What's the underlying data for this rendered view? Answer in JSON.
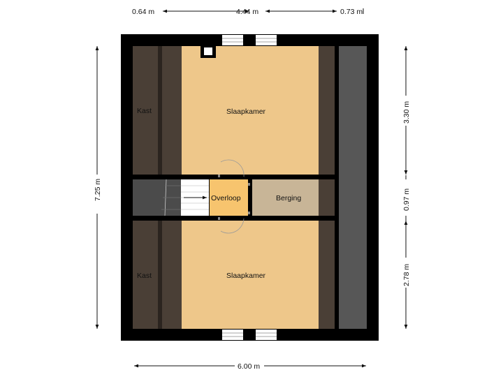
{
  "dimensions": {
    "top": [
      "0.64 m",
      "4.44 m",
      "0.73 m"
    ],
    "bottom": "6.00 m",
    "left": "7.25 m",
    "right": [
      "3.30 m",
      "0.97 m",
      "2.78 m"
    ]
  },
  "rooms": {
    "closet_top": "Kast",
    "bedroom_top": "Slaapkamer",
    "landing": "Overloop",
    "storage": "Berging",
    "closet_bottom": "Kast",
    "bedroom_bottom": "Slaapkamer"
  },
  "colors": {
    "wall": "#000000",
    "bedroom": "#eec78a",
    "landing": "#f7c46e",
    "storage": "#c8b597",
    "low_ceiling": "#4a3f36",
    "dark_strip": "#575757",
    "stair": "#4b4b4b"
  }
}
